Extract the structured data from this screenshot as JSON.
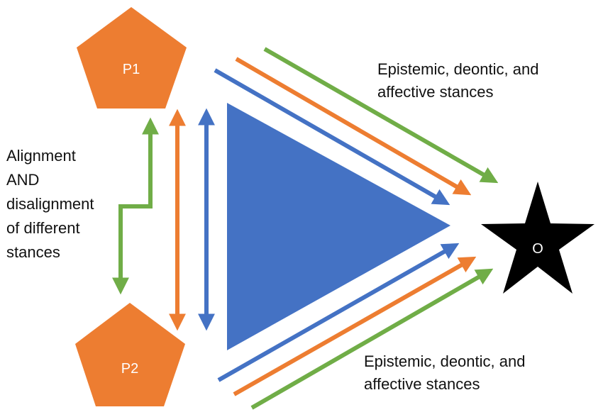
{
  "nodes": {
    "p1": "P1",
    "p2": "P2",
    "object": "O"
  },
  "captions": {
    "top_line1": "Epistemic, deontic, and",
    "top_line2": "affective stances",
    "bottom_line1": "Epistemic, deontic, and",
    "bottom_line2": "affective stances",
    "left_lines": [
      "Alignment",
      "AND",
      "disalignment",
      "of different",
      "stances"
    ]
  },
  "colors": {
    "pentagon": "#ED7D31",
    "triangle": "#4472C4",
    "green": "#70AD47",
    "orange": "#ED7D31",
    "blue": "#4472C4",
    "star": "#000000",
    "node_text": "#FFFFFF"
  },
  "shapes": {
    "pentagon_icon": "pentagon",
    "triangle_icon": "triangle",
    "star_icon": "five-point-star"
  }
}
